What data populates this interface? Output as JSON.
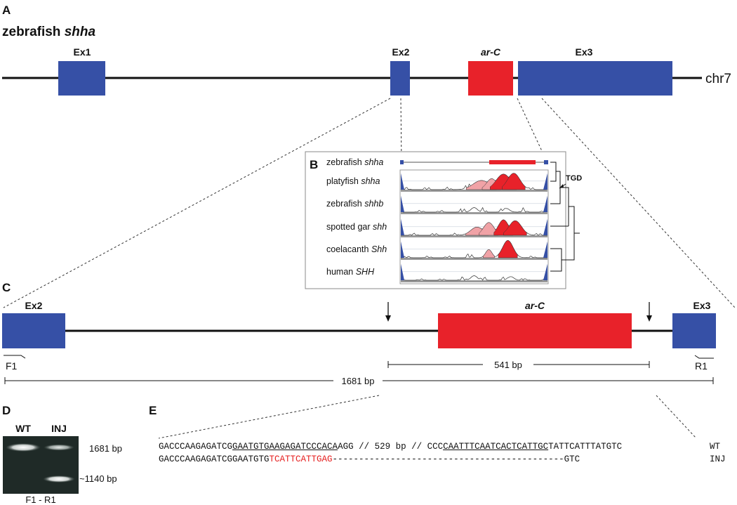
{
  "panels": {
    "a": {
      "letter": "A",
      "title_prefix": "zebrafish ",
      "title_gene": "shha",
      "chromosome": "chr7",
      "exons": [
        {
          "label": "Ex1",
          "color": "#3650a6"
        },
        {
          "label": "Ex2",
          "color": "#3650a6"
        },
        {
          "label": "ar-C",
          "color": "#e8222a"
        },
        {
          "label": "Ex3",
          "color": "#3650a6"
        }
      ]
    },
    "b": {
      "letter": "B",
      "tracks": [
        {
          "prefix": "zebrafish ",
          "gene": "shha"
        },
        {
          "prefix": "platyfish ",
          "gene": "shha"
        },
        {
          "prefix": "zebrafish ",
          "gene": "shhb"
        },
        {
          "prefix": "spotted gar ",
          "gene": "shh"
        },
        {
          "prefix": "coelacanth ",
          "gene": "Shh"
        },
        {
          "prefix": "human ",
          "gene": "SHH"
        }
      ],
      "tree_label": "TGD"
    },
    "c": {
      "letter": "C",
      "ex2": "Ex2",
      "arc": "ar-C",
      "ex3": "Ex3",
      "forward_primer": "F1",
      "reverse_primer": "R1",
      "inner_length": "541 bp",
      "outer_length": "1681 bp"
    },
    "d": {
      "letter": "D",
      "lane_wt": "WT",
      "lane_inj": "INJ",
      "band_upper": "1681 bp",
      "band_lower": "~1140 bp",
      "primers": "F1 - R1"
    },
    "e": {
      "letter": "E",
      "wt": {
        "seg1": "GACCCAAGAGATCG",
        "seg2_ul": "GAATGTGAAGAGATCCCACA",
        "seg3": "AGG // 529 bp // CCC",
        "seg4_ul": "CAATTTCAATCACTCATTGC",
        "seg5": "TATTCATTTATGTC",
        "genotype": "WT"
      },
      "inj": {
        "seg1": "GACCCAAGAGATCGGAATGTG",
        "seg2_red": "TCATTCATTGAG",
        "seg3": "--------------------------------------------GTC",
        "genotype": "INJ"
      }
    }
  }
}
